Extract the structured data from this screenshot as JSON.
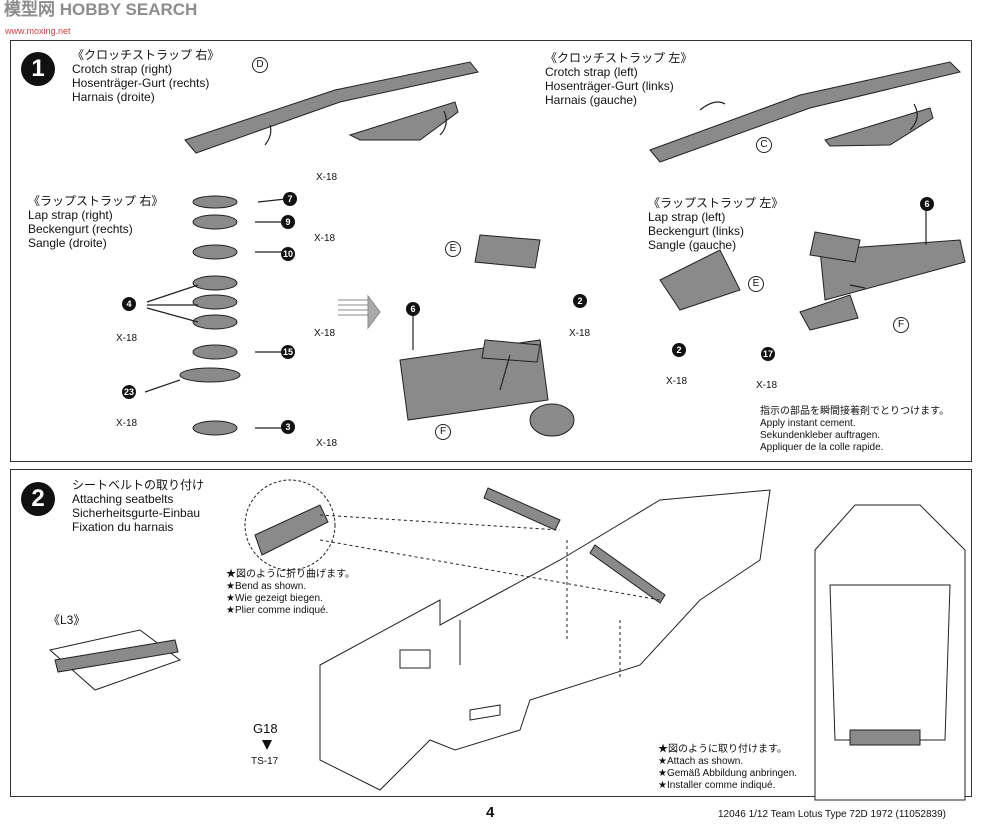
{
  "header": {
    "watermark": "模型网 HOBBY SEARCH",
    "site": "www.moxing.net"
  },
  "step1": {
    "number": "1",
    "crotch_right": {
      "jp": "《クロッチストラップ 右》",
      "en": "Crotch strap (right)",
      "de": "Hosenträger-Gurt (rechts)",
      "fr": "Harnais (droite)"
    },
    "crotch_left": {
      "jp": "《クロッチストラップ 左》",
      "en": "Crotch strap (left)",
      "de": "Hosenträger-Gurt (links)",
      "fr": "Harnais (gauche)"
    },
    "lap_right": {
      "jp": "《ラップストラップ 右》",
      "en": "Lap strap (right)",
      "de": "Beckengurt (rechts)",
      "fr": "Sangle (droite)"
    },
    "lap_left": {
      "jp": "《ラップストラップ 左》",
      "en": "Lap strap (left)",
      "de": "Beckengurt (links)",
      "fr": "Sangle (gauche)"
    },
    "labels": {
      "D": "D",
      "C": "C",
      "E": "E",
      "F": "F"
    },
    "parts": [
      "7",
      "9",
      "10",
      "4",
      "15",
      "23",
      "3",
      "2",
      "6",
      "17"
    ],
    "paint": "X-18",
    "note": {
      "jp": "指示の部品を瞬間接着剤でとりつけます。",
      "en": "Apply instant cement.",
      "de": "Sekundenkleber auftragen.",
      "fr": "Appliquer de la colle rapide."
    }
  },
  "step2": {
    "number": "2",
    "title": {
      "jp": "シートベルトの取り付け",
      "en": "Attaching seatbelts",
      "de": "Sicherheitsgurte-Einbau",
      "fr": "Fixation du harnais"
    },
    "bend": {
      "jp": "★図のように折り曲げます。",
      "en": "★Bend as shown.",
      "de": "★Wie gezeigt biegen.",
      "fr": "★Plier comme indiqué."
    },
    "attach": {
      "jp": "★図のように取り付けます。",
      "en": "★Attach as shown.",
      "de": "★Gemäß Abbildung anbringen.",
      "fr": "★Installer comme indiqué."
    },
    "L3": "《L3》",
    "G18": "G18",
    "ts": "TS-17"
  },
  "footer": {
    "page": "4",
    "code": "12046  1/12 Team Lotus Type 72D 1972 (11052839)"
  },
  "colors": {
    "strap": "#8a8a8a",
    "ink": "#111111"
  }
}
